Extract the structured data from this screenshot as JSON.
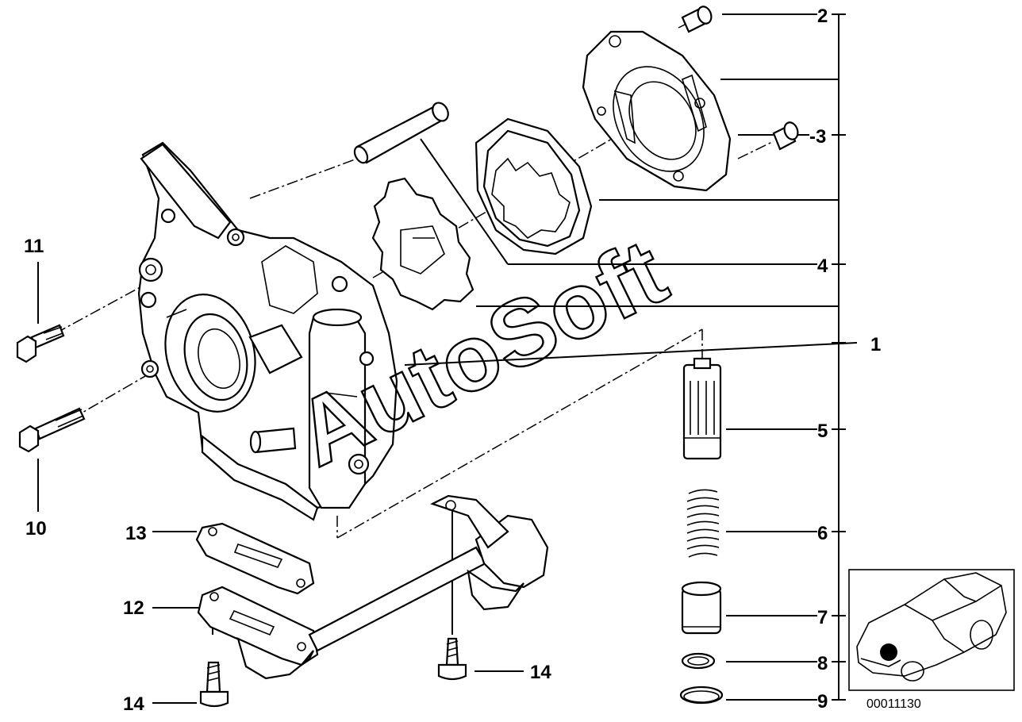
{
  "diagram": {
    "watermark": "AutoSoft",
    "reference_number": "00011130",
    "callouts": [
      "2",
      "-3",
      "4",
      "1",
      "5",
      "6",
      "7",
      "8",
      "9",
      "11",
      "10",
      "13",
      "12",
      "14",
      "14"
    ]
  }
}
